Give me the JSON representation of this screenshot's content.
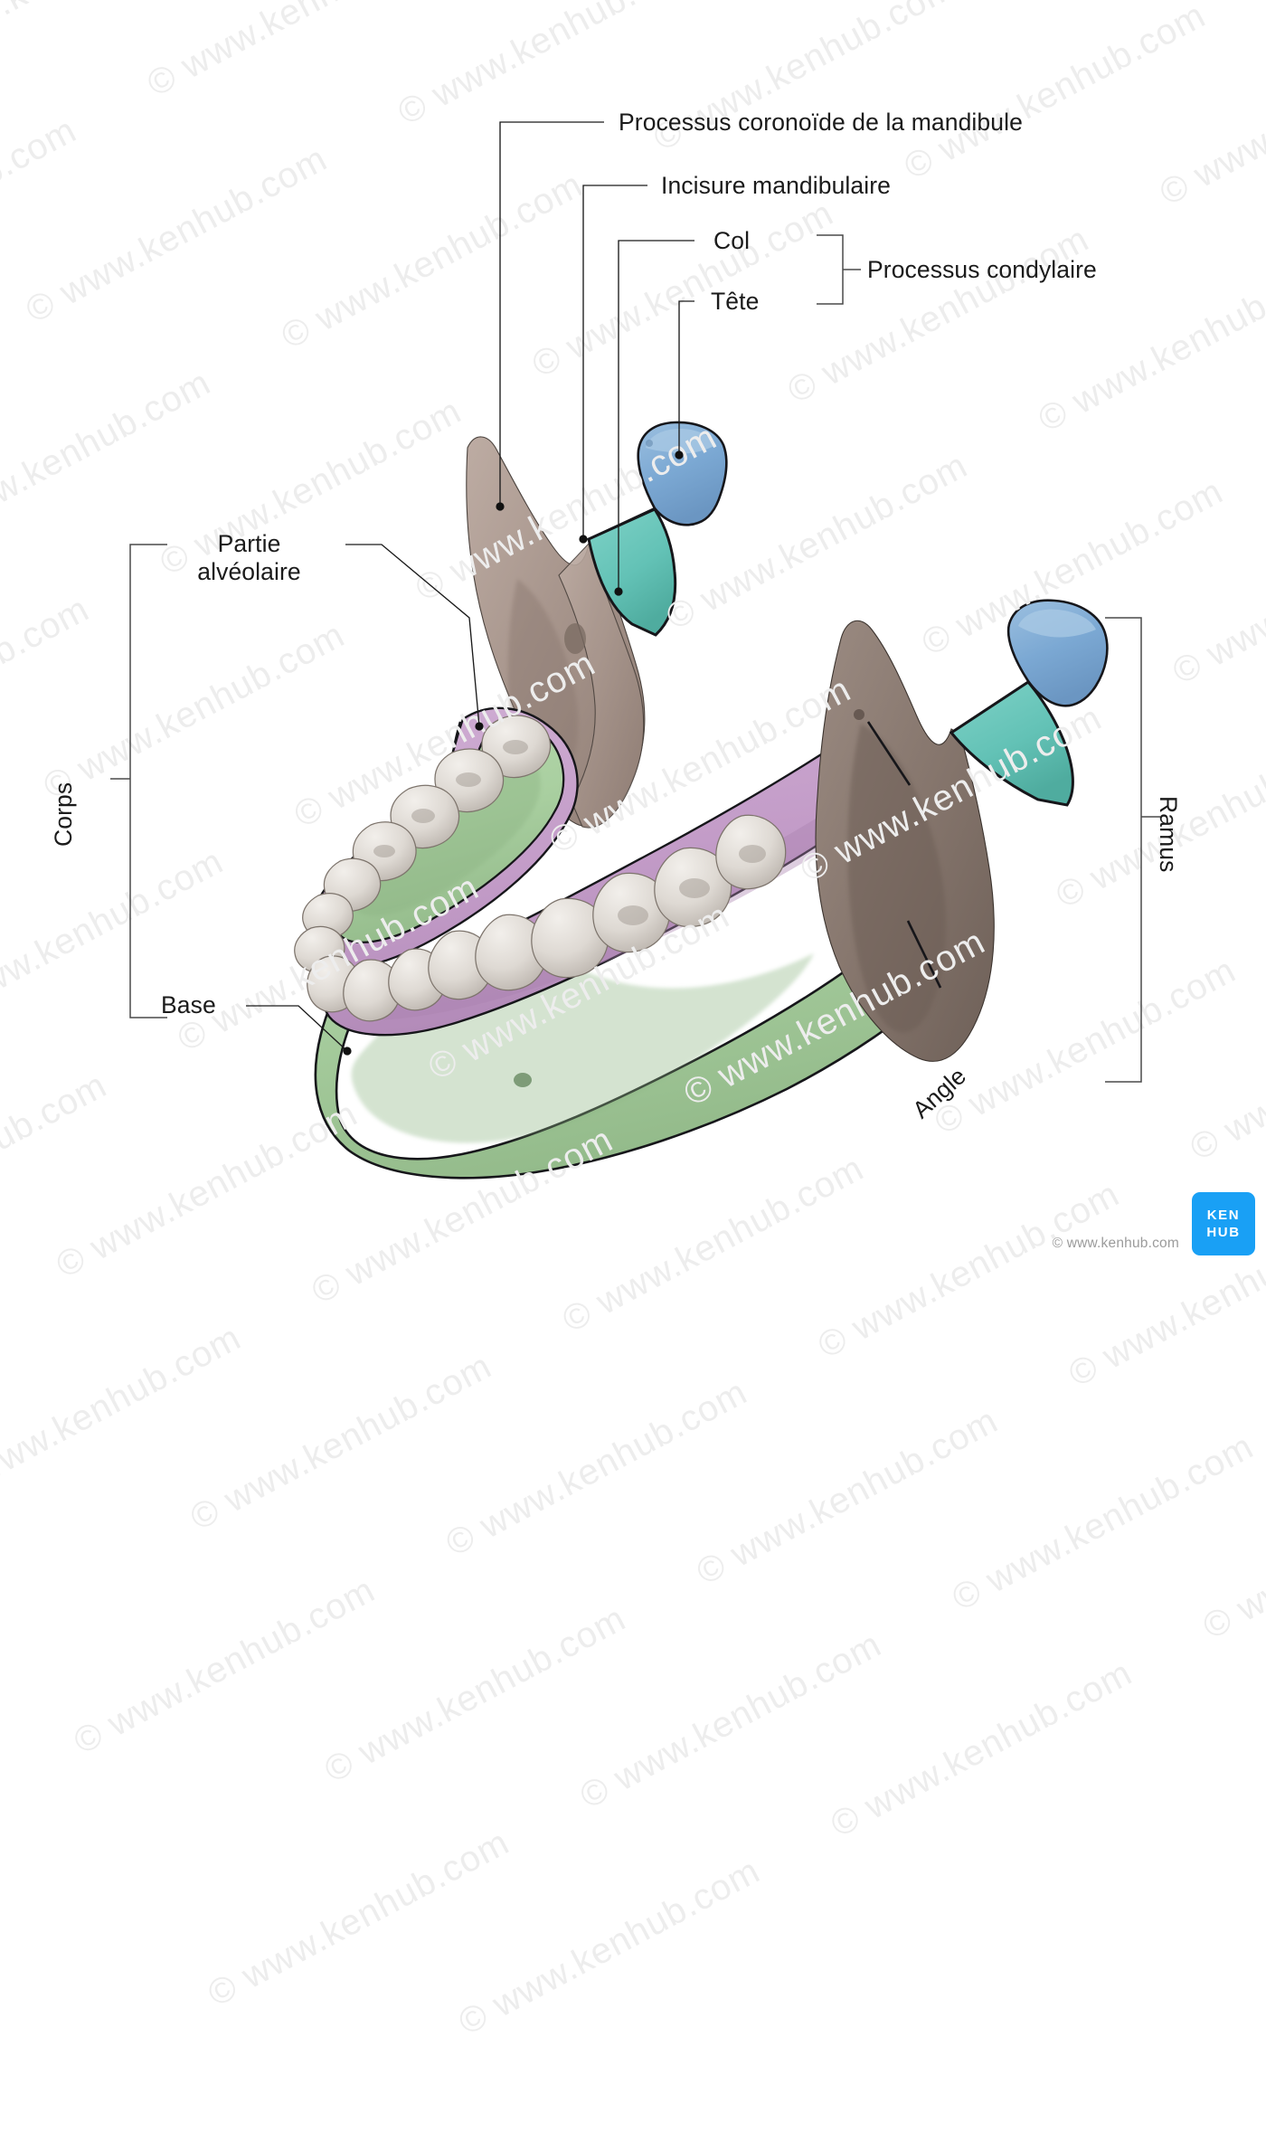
{
  "figure": {
    "subject": "Mandible (lateral oblique view)",
    "language": "French"
  },
  "labels": {
    "coronoid_process": "Processus coronoïde de la mandibule",
    "mandibular_notch": "Incisure mandibulaire",
    "neck": "Col",
    "head": "Tête",
    "condylar_process": "Processus condylaire",
    "alveolar_part_line1": "Partie",
    "alveolar_part_line2": "alvéolaire",
    "body": "Corps",
    "base": "Base",
    "ramus": "Ramus",
    "angle": "Angle"
  },
  "colors": {
    "head": "#7ba8d3",
    "neck": "#63c2b6",
    "alveolar_part": "#c39cc8",
    "base": "#a9cfa0",
    "bone_left": "#a8968d",
    "bone_right": "#8a7a71",
    "teeth": "#ded9d3",
    "leader": "#1a1a1a",
    "bracket": "#4a4a4a",
    "logo": "#19a0f5",
    "watermark": "#ededed",
    "text": "#1b1b1b"
  },
  "branding": {
    "logo_line1": "KEN",
    "logo_line2": "HUB",
    "copyright": "© www.kenhub.com",
    "watermark_text": "© www.kenhub.com"
  }
}
